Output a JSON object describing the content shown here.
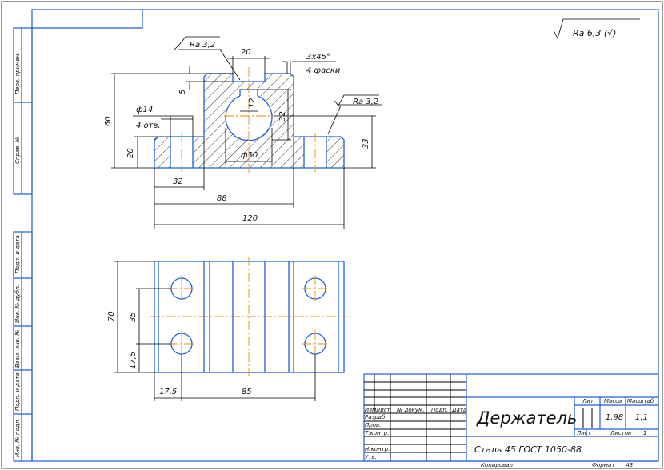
{
  "frame": {
    "side_labels": [
      "Перв. примен.",
      "Справ. №",
      "Подп. и дата",
      "Инв. № дубл.",
      "Взам. инв. №",
      "Подп. и дата",
      "Инв. № подл."
    ]
  },
  "roughness_general": "Ra 6,3 (√)",
  "front_view": {
    "roughness_top": "Ra 3,2",
    "roughness_right": "Ra 3,2",
    "dim_slot_width": "20",
    "dim_slot_depth": "5",
    "dim_chamfer": "3x45°",
    "dim_chamfer_note": "4 фаски",
    "dim_hole_dia": "ф14",
    "dim_hole_note": "4 отв.",
    "dim_height": "60",
    "dim_flange_height": "20",
    "dim_inner_slot": "12",
    "dim_inner_height": "32",
    "dim_bore": "ф30",
    "dim_axis_height": "33",
    "dim_32": "32",
    "dim_88": "88",
    "dim_120": "120"
  },
  "top_view": {
    "dim_width": "70",
    "dim_hole_spacing_y": "35",
    "dim_edge_y": "17,5",
    "dim_edge_x": "17,5",
    "dim_hole_spacing_x": "85"
  },
  "title_block": {
    "headers": [
      "Изм.",
      "Лист",
      "№ докум.",
      "Подп.",
      "Дата"
    ],
    "roles": [
      "Разраб.",
      "Пров.",
      "Т.контр.",
      "",
      "Н.контр.",
      "Утв."
    ],
    "part_name": "Держатель",
    "material": "Сталь 45 ГОСТ 1050-88",
    "lit_label": "Лит.",
    "mass_label": "Масса",
    "scale_label": "Масштаб",
    "mass": "1,98",
    "scale": "1:1",
    "sheet_label": "Лист",
    "sheets_label": "Листов",
    "sheets": "1",
    "copied": "Копировал",
    "format_label": "Формат",
    "format": "А3"
  }
}
